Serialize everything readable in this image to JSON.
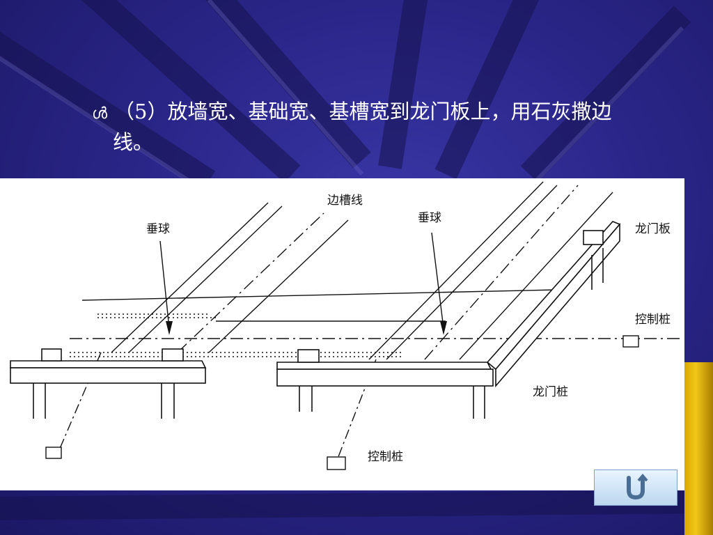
{
  "slide": {
    "bullet_glyph": "ൾ",
    "text_line1": "（5）放墙宽、基础宽、基槽宽到龙门板上，用石灰撒边",
    "text_line2": "线。"
  },
  "diagram": {
    "label_edge_line": "边槽线",
    "label_plumb_left": "垂球",
    "label_plumb_right": "垂球",
    "label_batter_board": "龙门板",
    "label_control_stake_right": "控制桩",
    "label_batter_post": "龙门桩",
    "label_control_stake_bottom": "控制桩"
  },
  "nav": {
    "back_icon": "u-turn-back-icon"
  },
  "colors": {
    "background": "#2a2689",
    "text": "#ffffff",
    "button": "#cfe4f7"
  }
}
